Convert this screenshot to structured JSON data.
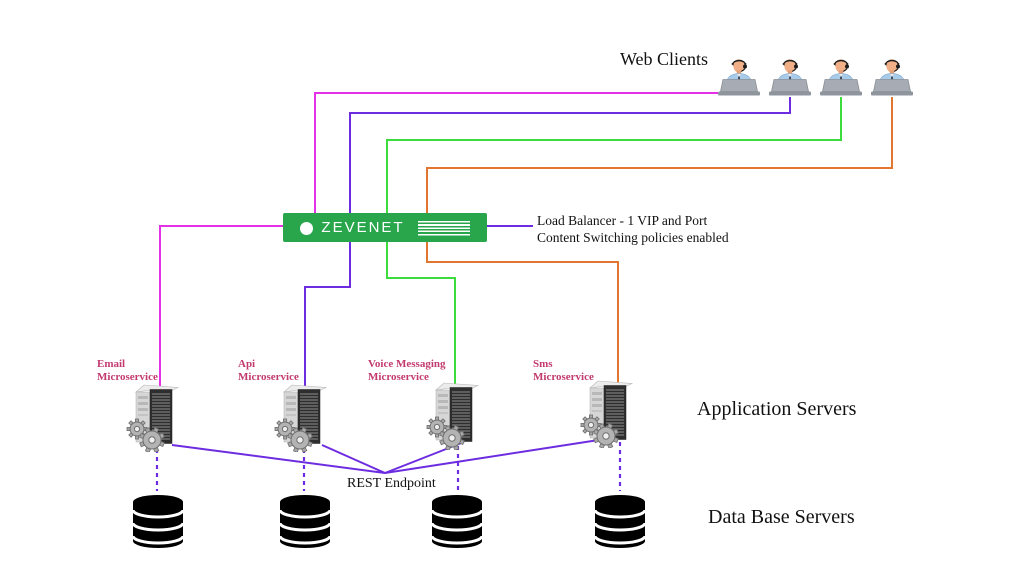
{
  "colors": {
    "magenta": "#e531e5",
    "purple": "#6d2ce0",
    "green": "#3ddc3d",
    "orange": "#e0762f",
    "label_pink": "#c23a6e",
    "lb_green": "#29a54b",
    "text": "#111111"
  },
  "header": {
    "web_clients_label": "Web Clients"
  },
  "load_balancer": {
    "name": "ZEVENET",
    "annotation": "Load Balancer - 1 VIP and Port\nContent Switching policies enabled"
  },
  "microservices": [
    {
      "label": "Email\nMicroservice"
    },
    {
      "label": "Api\nMicroservice"
    },
    {
      "label": "Voice Messaging\nMicroservice"
    },
    {
      "label": "Sms\nMicroservice"
    }
  ],
  "labels": {
    "application_servers": "Application Servers",
    "rest_endpoint": "REST Endpoint",
    "database_servers": "Data Base Servers"
  },
  "edges": [
    {
      "from": "web-client-1",
      "to": "load-balancer",
      "color": "magenta"
    },
    {
      "from": "web-client-2",
      "to": "load-balancer",
      "color": "purple"
    },
    {
      "from": "web-client-3",
      "to": "load-balancer",
      "color": "green"
    },
    {
      "from": "web-client-4",
      "to": "load-balancer",
      "color": "orange"
    },
    {
      "from": "load-balancer",
      "to": "email-microservice",
      "color": "magenta"
    },
    {
      "from": "load-balancer",
      "to": "api-microservice",
      "color": "purple"
    },
    {
      "from": "load-balancer",
      "to": "voice-messaging-microservice",
      "color": "green"
    },
    {
      "from": "load-balancer",
      "to": "sms-microservice",
      "color": "orange"
    },
    {
      "from": "email-microservice",
      "to": "rest-endpoint",
      "color": "purple"
    },
    {
      "from": "api-microservice",
      "to": "rest-endpoint",
      "color": "purple"
    },
    {
      "from": "voice-messaging-microservice",
      "to": "rest-endpoint",
      "color": "purple"
    },
    {
      "from": "sms-microservice",
      "to": "rest-endpoint",
      "color": "purple"
    },
    {
      "from": "email-microservice",
      "to": "database-1",
      "color": "purple",
      "style": "dashed"
    },
    {
      "from": "api-microservice",
      "to": "database-2",
      "color": "purple",
      "style": "dashed"
    },
    {
      "from": "voice-messaging-microservice",
      "to": "database-3",
      "color": "purple",
      "style": "dashed"
    },
    {
      "from": "sms-microservice",
      "to": "database-4",
      "color": "purple",
      "style": "dashed"
    }
  ]
}
